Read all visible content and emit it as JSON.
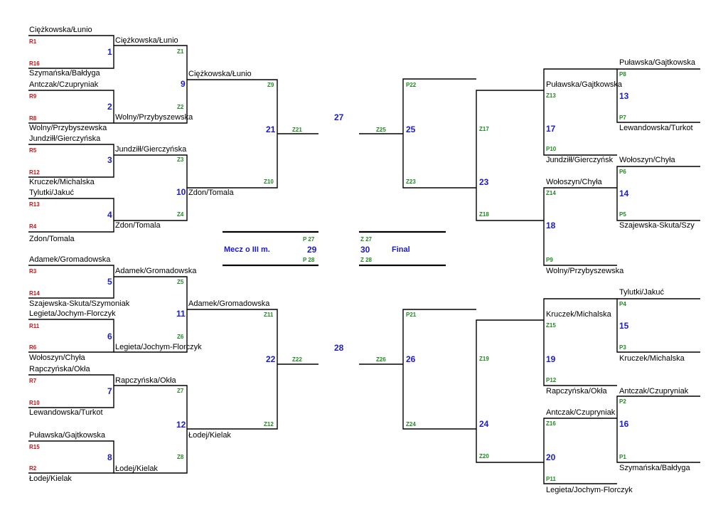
{
  "colors": {
    "line": "#000000",
    "team": "#000000",
    "r_code": "#d01010",
    "z_code": "#1f8a1f",
    "p_code": "#1f8a1f",
    "match_number": "#1a1ad0"
  },
  "teams": {
    "cl": "Ciężkowska/Łunio",
    "sb": "Szymańska/Bałdyga",
    "ac": "Antczak/Czupryniak",
    "wp": "Wolny/Przybyszewska",
    "jg": "Jundziłł/Gierczyńska",
    "km": "Kruczek/Michalska",
    "tj": "Tylutki/Jakuć",
    "zt": "Zdon/Tomala",
    "ag": "Adamek/Gromadowska",
    "ss": "Szajewska-Skuta/Szymoniak",
    "lj": "Legieta/Jochym-Florczyk",
    "wc": "Wołoszyn/Chyła",
    "ro": "Rapczyńska/Okła",
    "lt": "Lewandowska/Turkot",
    "pg": "Puławska/Gajtkowska",
    "lk": "Łodej/Kielak",
    "jg_cut": "Jundziłł/Gierczyńsk",
    "pg_cut": "Puławska/Gajtkowska",
    "lt_cut": "Lewandowska/Turkot",
    "ss_cut": "Szajewska-Skuta/Szy"
  },
  "codes": {
    "R1": "R1",
    "R16": "R16",
    "R9": "R9",
    "R8": "R8",
    "R5": "R5",
    "R12": "R12",
    "R13": "R13",
    "R4": "R4",
    "R3": "R3",
    "R14": "R14",
    "R11": "R11",
    "R6": "R6",
    "R7": "R7",
    "R10": "R10",
    "R15": "R15",
    "R2": "R2",
    "Z1": "Z1",
    "Z2": "Z2",
    "Z3": "Z3",
    "Z4": "Z4",
    "Z5": "Z5",
    "Z6": "Z6",
    "Z7": "Z7",
    "Z8": "Z8",
    "Z9": "Z9",
    "Z10": "Z10",
    "Z11": "Z11",
    "Z12": "Z12",
    "Z13": "Z13",
    "Z14": "Z14",
    "Z15": "Z15",
    "Z16": "Z16",
    "Z17": "Z17",
    "Z18": "Z18",
    "Z19": "Z19",
    "Z20": "Z20",
    "Z21": "Z21",
    "Z22": "Z22",
    "Z23": "Z23",
    "Z24": "Z24",
    "Z25": "Z25",
    "Z26": "Z26",
    "Z27": "Z 27",
    "Z28": "Z 28",
    "P1": "P1",
    "P2": "P2",
    "P3": "P3",
    "P4": "P4",
    "P5": "P5",
    "P6": "P6",
    "P7": "P7",
    "P8": "P8",
    "P9": "P9",
    "P10": "P10",
    "P11": "P11",
    "P12": "P12",
    "P21": "P21",
    "P22": "P22",
    "P27": "P 27",
    "P28": "P 28"
  },
  "matches": {
    "m1": "1",
    "m2": "2",
    "m3": "3",
    "m4": "4",
    "m5": "5",
    "m6": "6",
    "m7": "7",
    "m8": "8",
    "m9": "9",
    "m10": "10",
    "m11": "11",
    "m12": "12",
    "m13": "13",
    "m14": "14",
    "m15": "15",
    "m16": "16",
    "m17": "17",
    "m18": "18",
    "m19": "19",
    "m20": "20",
    "m21": "21",
    "m22": "22",
    "m23": "23",
    "m24": "24",
    "m25": "25",
    "m26": "26",
    "m27": "27",
    "m28": "28",
    "m29": "29",
    "m30": "30"
  },
  "third_place_label": "Mecz o III m.",
  "final_label": "Final"
}
